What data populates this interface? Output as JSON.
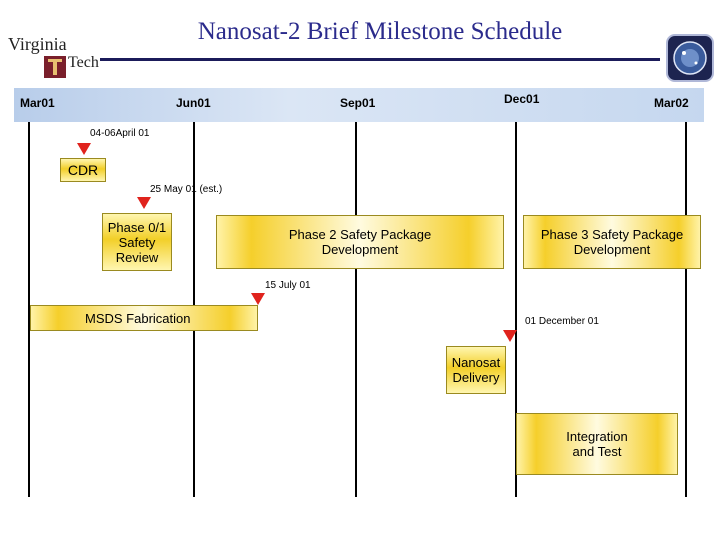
{
  "header": {
    "title": "Nanosat-2 Brief Milestone Schedule"
  },
  "logo": {
    "line1": "Virginia",
    "line2": "Tech"
  },
  "timeline": {
    "labels": [
      "Mar01",
      "Jun01",
      "Sep01",
      "Dec01",
      "Mar02"
    ]
  },
  "milestones": {
    "cdr_date": "04-06April 01",
    "cdr_label": "CDR",
    "phase01_date": "25 May 01 (est.)",
    "phase01_label": "Phase 0/1 Safety Review",
    "phase2_label": "Phase 2 Safety Package Development",
    "phase3_label": "Phase 3 Safety Package Development",
    "msds_date": "15 July 01",
    "msds_label": "MSDS Fabrication",
    "delivery_date": "01 December 01",
    "delivery_label": "Nanosat Delivery",
    "integration_label": "Integration and Test"
  },
  "colors": {
    "title": "#2b2b8c",
    "marker": "#e0231d",
    "bar": "#f5cf2b",
    "timeline": "#c5d7ef"
  }
}
